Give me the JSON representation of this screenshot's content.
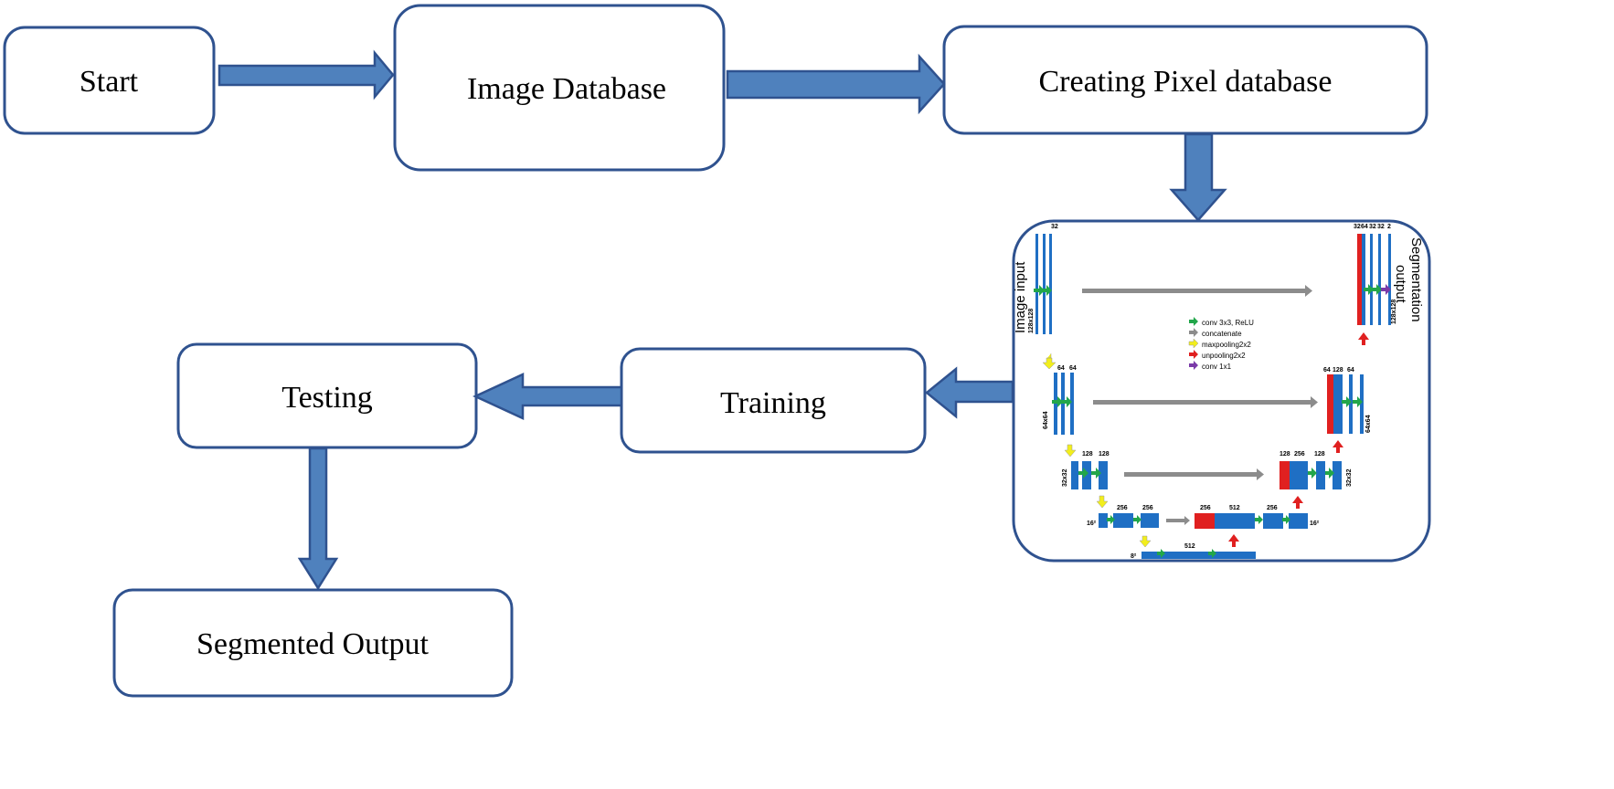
{
  "nodes": {
    "start": "Start",
    "image_database": "Image Database",
    "pixel_database": "Creating Pixel database",
    "training": "Training",
    "testing": "Testing",
    "segmented_output": "Segmented Output"
  },
  "unet": {
    "input_label": "Image input",
    "output_label_line1": "Segmentation",
    "output_label_line2": "output",
    "legend": [
      {
        "label": "conv 3x3, ReLU",
        "color": "#22a64a",
        "icon": "arrow-right-icon"
      },
      {
        "label": "concatenate",
        "color": "#8c8c8c",
        "icon": "arrow-right-icon"
      },
      {
        "label": "maxpooling2x2",
        "color": "#f2ee1c",
        "icon": "arrow-down-icon"
      },
      {
        "label": "unpooling2x2",
        "color": "#e02020",
        "icon": "arrow-up-icon"
      },
      {
        "label": "conv 1x1",
        "color": "#7a3aa8",
        "icon": "arrow-right-icon"
      }
    ],
    "sizes": {
      "s128": "128x128",
      "s64": "64x64",
      "s32": "32x32",
      "s16": "16²",
      "s8": "8²"
    },
    "channels": {
      "l1_left": "32",
      "l1_right": [
        "32",
        "64",
        "32",
        "32",
        "2"
      ],
      "l2_left": [
        "64",
        "64"
      ],
      "l2_right": [
        "64",
        "128",
        "64"
      ],
      "l3_left": [
        "128",
        "128"
      ],
      "l3_right": [
        "128",
        "256",
        "128"
      ],
      "l4_left": [
        "256",
        "256"
      ],
      "l4_right": [
        "256",
        "512",
        "256"
      ],
      "l5": "512"
    },
    "colors": {
      "block": "#1f6fc4",
      "concat": "#e02020",
      "frame": "#2f528f"
    }
  },
  "colors": {
    "box_border": "#2f528f",
    "arrow_fill": "#4f81bd",
    "arrow_stroke": "#2f528f"
  }
}
